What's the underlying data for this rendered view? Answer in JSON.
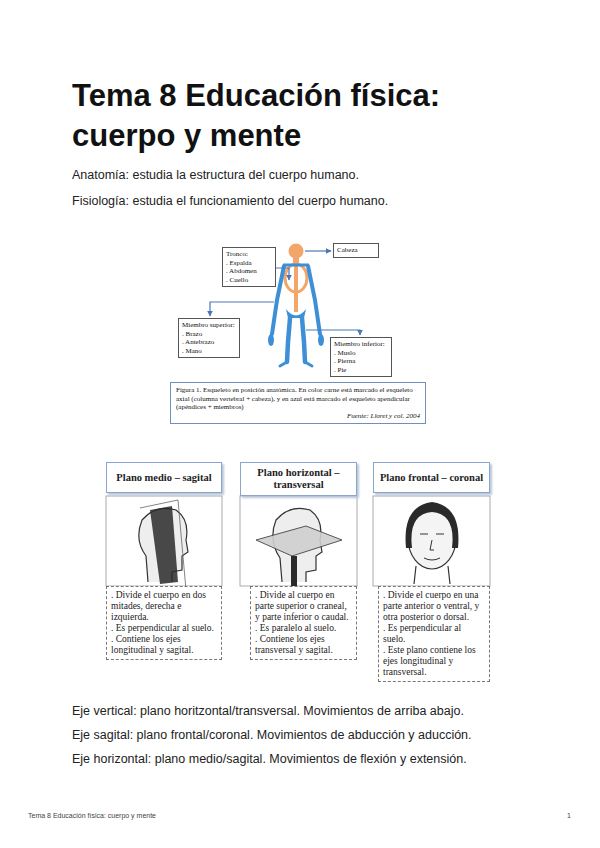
{
  "diagram": {
    "title": "Tema 8 Educación física: cuerpo y mente",
    "nodes": [
      {
        "text": [
          "Tronco:",
          ". Espalda",
          ". Abdomen",
          ". Cuello"
        ]
      },
      {
        "text": [
          "Cabeza"
        ]
      },
      {
        "text": [
          "Miembro superior:",
          ". Brazo",
          ". Antebrazo",
          ". Mano"
        ]
      },
      {
        "text": [
          "Miembro inferior:",
          ". Muslo",
          ". Pierna",
          ". Pie"
        ]
      },
      {
        "text": [
          "Figura 1. Esqueleto en posición anatómica. En color carne está marcado el esqueleto axial (columna vertebral + cabeza), y en azul está marcado el esqueleto apendicular (apéndices + miembros)",
          "Fuente: Lloret y col. 2004"
        ]
      },
      {
        "text": [
          "Plano medio – sagital"
        ]
      },
      {
        "text": [
          "Plano horizontal – transversal"
        ]
      },
      {
        "text": [
          "Plano frontal – coronal"
        ]
      },
      {
        "text": [
          ". Divide el cuerpo en dos mitades, derecha e izquierda.",
          ". Es perpendicular al suelo.",
          ". Contiene los ejes longitudinal y sagital."
        ]
      },
      {
        "text": [
          ". Divide al cuerpo en parte superior o craneal, y parte inferior o caudal.",
          ". Es paralelo al suelo.",
          ". Contiene los ejes transversal y sagital."
        ]
      },
      {
        "text": [
          ". Divide el cuerpo en una parte anterior o ventral, y otra posterior o dorsal.",
          ". Es perpendicular al suelo.",
          ". Este plano contiene los ejes longitudinal y transversal."
        ]
      }
    ],
    "labels": [
      "Anatomía: estudia la estructura del cuerpo humano.",
      "Fisiología: estudia el funcionamiento del cuerpo humano.",
      "Eje vertical: plano horitzontal/transversal. Movimientos de arriba abajo.",
      "Eje sagital: plano frontal/coronal. Movimientos de abducción y aducción.",
      "Eje horizontal: plano medio/sagital. Movimientos de flexión y extensión.",
      "Tema 8 Educación física: cuerpo y mente",
      "1"
    ]
  }
}
